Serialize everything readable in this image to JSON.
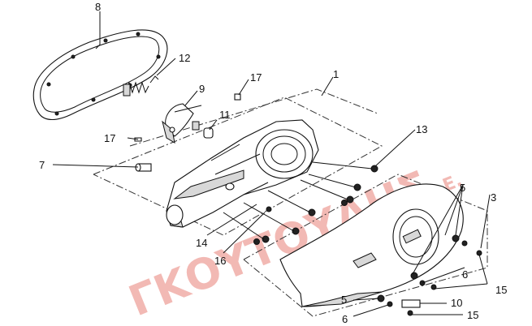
{
  "watermark": {
    "main": "ΓΚΟΥΤΟΥΛΗΣ",
    "suffix": "Α.Ε."
  },
  "callouts": [
    {
      "id": "label-8",
      "text": "8"
    },
    {
      "id": "label-12",
      "text": "12"
    },
    {
      "id": "label-9",
      "text": "9"
    },
    {
      "id": "label-17a",
      "text": "17"
    },
    {
      "id": "label-1",
      "text": "1"
    },
    {
      "id": "label-11",
      "text": "11"
    },
    {
      "id": "label-17b",
      "text": "17"
    },
    {
      "id": "label-13",
      "text": "13"
    },
    {
      "id": "label-7",
      "text": "7"
    },
    {
      "id": "label-5a",
      "text": "5"
    },
    {
      "id": "label-3",
      "text": "3"
    },
    {
      "id": "label-14",
      "text": "14"
    },
    {
      "id": "label-16",
      "text": "16"
    },
    {
      "id": "label-6a",
      "text": "6"
    },
    {
      "id": "label-15a",
      "text": "15"
    },
    {
      "id": "label-5b",
      "text": "5"
    },
    {
      "id": "label-10",
      "text": "10"
    },
    {
      "id": "label-6b",
      "text": "6"
    },
    {
      "id": "label-15b",
      "text": "15"
    }
  ]
}
